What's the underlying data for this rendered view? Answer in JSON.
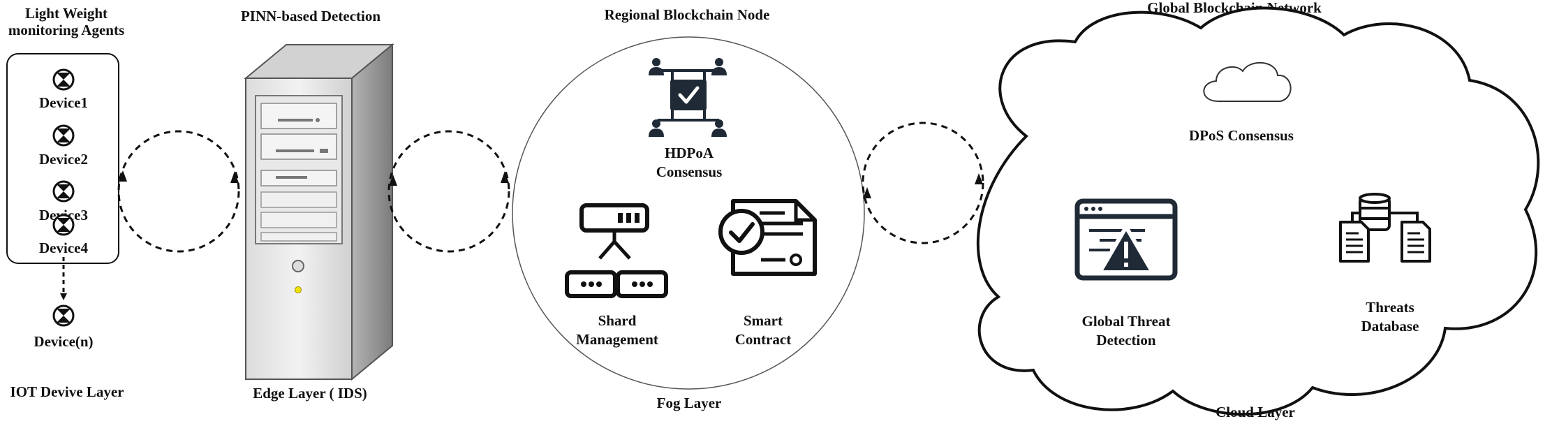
{
  "iot_layer": {
    "title_line1": "Light Weight",
    "title_line2": "monitoring Agents",
    "devices": [
      "Device1",
      "Device2",
      "Device3",
      "Device4",
      "Device(n)"
    ],
    "layer_label": "IOT Devive Layer"
  },
  "edge_layer": {
    "title": "PINN-based Detection",
    "layer_label": "Edge Layer ( IDS)"
  },
  "fog_layer": {
    "title": "Regional Blockchain Node",
    "consensus_line1": "HDPoA",
    "consensus_line2": "Consensus",
    "shard_line1": "Shard",
    "shard_line2": "Management",
    "contract_line1": "Smart",
    "contract_line2": "Contract",
    "layer_label": "Fog Layer"
  },
  "cloud_layer": {
    "title": "Global Blockchain Network",
    "consensus": "DPoS Consensus",
    "threat_line1": "Global Threat",
    "threat_line2": "Detection",
    "db_line1": "Threats",
    "db_line2": "Database",
    "layer_label": "Cloud Layer"
  },
  "colors": {
    "dark_icon": "#1f2a36",
    "outline": "#111111",
    "server_light": "#e6e6e6",
    "server_dark": "#8a8a8a",
    "led": "#f2e400"
  }
}
